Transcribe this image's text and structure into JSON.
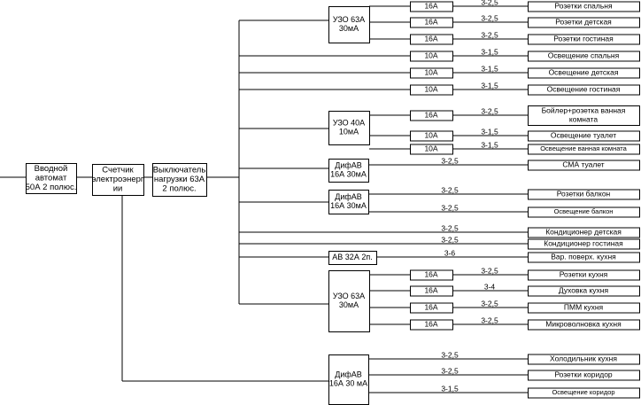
{
  "main_chain": [
    {
      "id": "input",
      "lines": [
        "Вводной",
        "автомат",
        "50А 2 полюс."
      ]
    },
    {
      "id": "meter",
      "lines": [
        "Счетчик",
        "электроэнерг",
        "ии"
      ]
    },
    {
      "id": "switch",
      "lines": [
        "Выключатель",
        "нагрузки 63А",
        "2 полюс."
      ]
    }
  ],
  "devices": [
    {
      "id": "rcd1",
      "lines": [
        "УЗО 63А",
        "30мА"
      ]
    },
    {
      "id": "rcd2",
      "lines": [
        "УЗО 40А",
        "10мА"
      ]
    },
    {
      "id": "rcbo1",
      "lines": [
        "ДифАВ",
        "16А 30мА"
      ]
    },
    {
      "id": "rcbo2",
      "lines": [
        "ДифАВ",
        "16А 30мА"
      ]
    },
    {
      "id": "cb32",
      "lines": [
        "АВ 32А 2п."
      ]
    },
    {
      "id": "rcd3",
      "lines": [
        "УЗО 63А",
        "30мА"
      ]
    },
    {
      "id": "rcbo3",
      "lines": [
        "ДифАВ",
        "16А 30 мА"
      ]
    }
  ],
  "circuits": [
    {
      "breaker": "16А",
      "cable": "3-2,5",
      "load": [
        "Розетки спальня"
      ]
    },
    {
      "breaker": "16А",
      "cable": "3-2,5",
      "load": [
        "Розетки детская"
      ]
    },
    {
      "breaker": "16А",
      "cable": "3-2,5",
      "load": [
        "Розетки гостиная"
      ]
    },
    {
      "breaker": "10А",
      "cable": "3-1,5",
      "load": [
        "Освещение спальня"
      ]
    },
    {
      "breaker": "10А",
      "cable": "3-1,5",
      "load": [
        "Освещение детская"
      ]
    },
    {
      "breaker": "10А",
      "cable": "3-1,5",
      "load": [
        "Освещение гостиная"
      ]
    },
    {
      "breaker": "16А",
      "cable": "3-2,5",
      "load": [
        "Бойлер+розетка ванная",
        "комната"
      ]
    },
    {
      "breaker": "10А",
      "cable": "3-1,5",
      "load": [
        "Освещение туалет"
      ]
    },
    {
      "breaker": "10А",
      "cable": "3-1,5",
      "load": [
        "Освещение ванная комната"
      ]
    },
    {
      "breaker": "",
      "cable": "3-2,5",
      "load": [
        "СМА туалет"
      ]
    },
    {
      "breaker": "",
      "cable": "3-2,5",
      "load": [
        "Розетки балкон"
      ]
    },
    {
      "breaker": "",
      "cable": "3-2,5",
      "load": [
        "Освещение балкон"
      ]
    },
    {
      "breaker": "",
      "cable": "3-2,5",
      "load": [
        "Кондиционер детская"
      ]
    },
    {
      "breaker": "",
      "cable": "3-2,5",
      "load": [
        "Кондиционер гостиная"
      ]
    },
    {
      "breaker": "",
      "cable": "3-6",
      "load": [
        "Вар. поверх. кухня"
      ]
    },
    {
      "breaker": "16А",
      "cable": "3-2,5",
      "load": [
        "Розетки кухня"
      ]
    },
    {
      "breaker": "16А",
      "cable": "3-4",
      "load": [
        "Духовка кухня"
      ]
    },
    {
      "breaker": "16А",
      "cable": "3-2,5",
      "load": [
        "ПММ кухня"
      ]
    },
    {
      "breaker": "16А",
      "cable": "3-2,5",
      "load": [
        "Микроволновка кухня"
      ]
    },
    {
      "breaker": "",
      "cable": "3-2,5",
      "load": [
        "Холодильник кухня"
      ]
    },
    {
      "breaker": "",
      "cable": "3-2,5",
      "load": [
        "Розетки коридор"
      ]
    },
    {
      "breaker": "",
      "cable": "3-1,5",
      "load": [
        "Освещение коридор"
      ]
    }
  ]
}
